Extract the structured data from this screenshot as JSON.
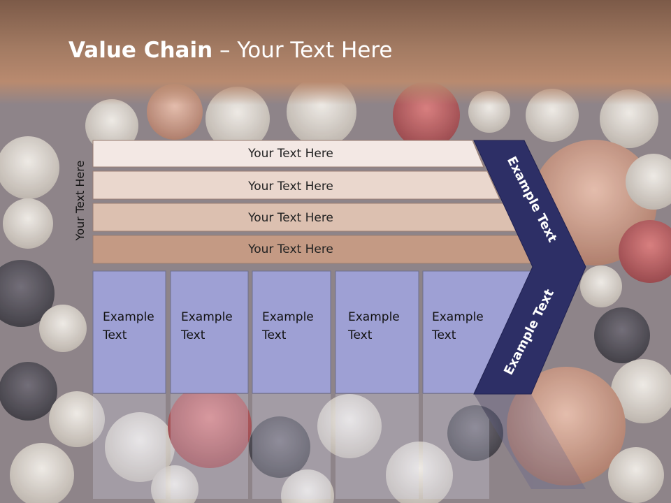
{
  "slide": {
    "title_bold": "Value Chain",
    "title_rest": " – Your Text Here",
    "side_label": "Your Text Here"
  },
  "rows": [
    {
      "label": "Your Text Here",
      "fill": "#f3e8e4"
    },
    {
      "label": "Your Text Here",
      "fill": "#ead7cd"
    },
    {
      "label": "Your Text Here",
      "fill": "#dcc0b0"
    },
    {
      "label": "Your Text Here",
      "fill": "#c49a84"
    }
  ],
  "columns": [
    {
      "line1": "Example",
      "line2": "Text"
    },
    {
      "line1": "Example",
      "line2": "Text"
    },
    {
      "line1": "Example",
      "line2": "Text"
    },
    {
      "line1": "Example",
      "line2": "Text"
    },
    {
      "line1": "Example",
      "line2": "Text"
    }
  ],
  "arrow": {
    "upper_text": "Example Text",
    "lower_text": "Example Text",
    "color": "#2d2f66"
  },
  "colors": {
    "column_fill": "#9ea0d4",
    "header": "#a27a62"
  }
}
